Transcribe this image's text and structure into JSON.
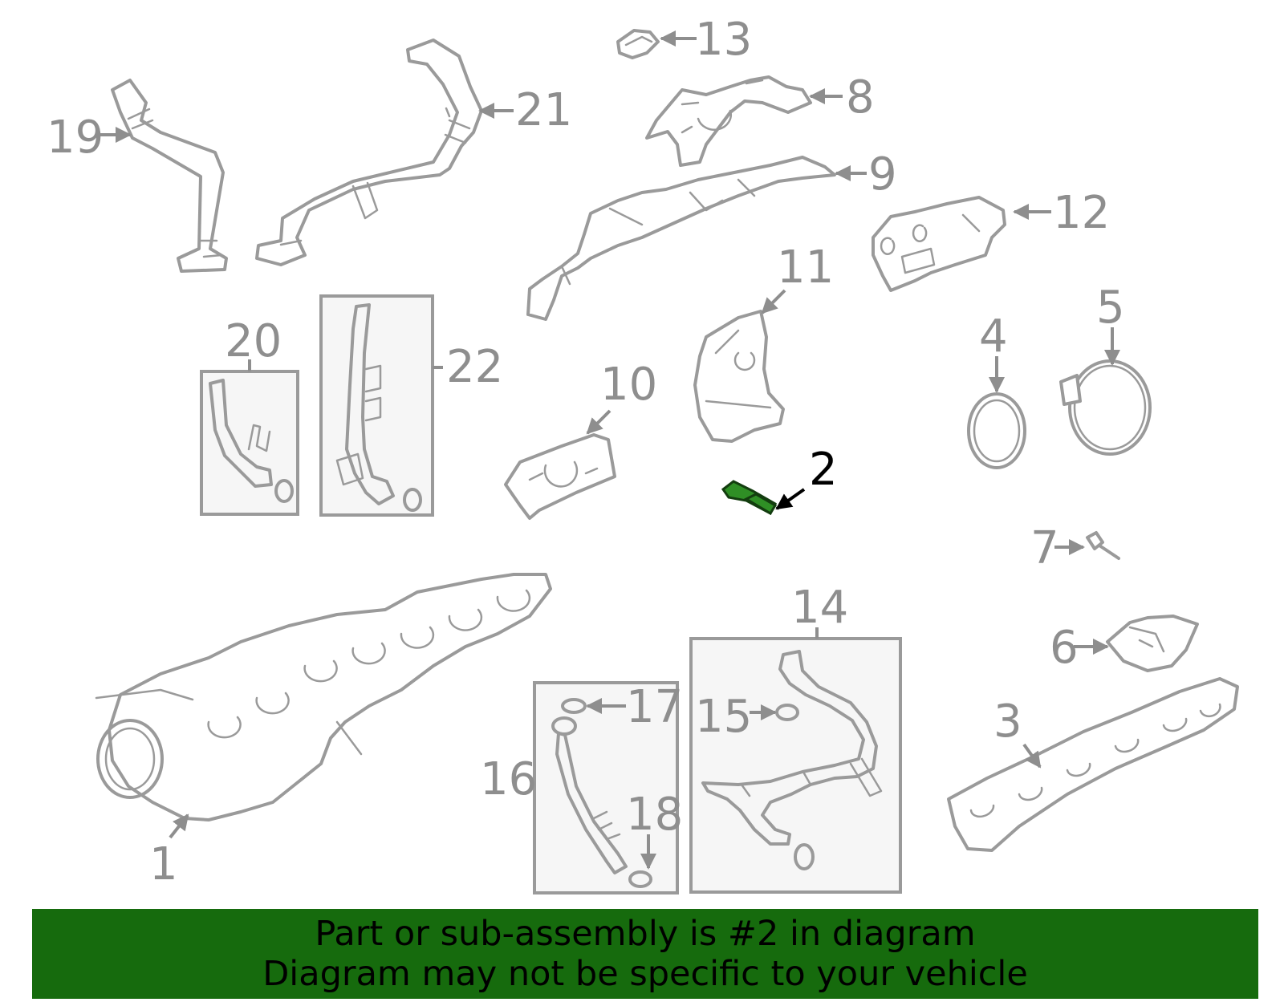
{
  "callouts": {
    "p1": "1",
    "p2": "2",
    "p3": "3",
    "p4": "4",
    "p5": "5",
    "p6": "6",
    "p7": "7",
    "p8": "8",
    "p9": "9",
    "p10": "10",
    "p11": "11",
    "p12": "12",
    "p13": "13",
    "p14": "14",
    "p15": "15",
    "p16": "16",
    "p17": "17",
    "p18": "18",
    "p19": "19",
    "p20": "20",
    "p21": "21",
    "p22": "22"
  },
  "highlighted_part": "2",
  "banner": {
    "line1": "Part or sub-assembly is #2 in diagram",
    "line2": "Diagram may not be specific to your vehicle",
    "background": "#166b0d"
  },
  "colors": {
    "line_art": "#9a9a9a",
    "highlight_fill": "#2f8f25",
    "highlight_outline": "#133d0f"
  }
}
